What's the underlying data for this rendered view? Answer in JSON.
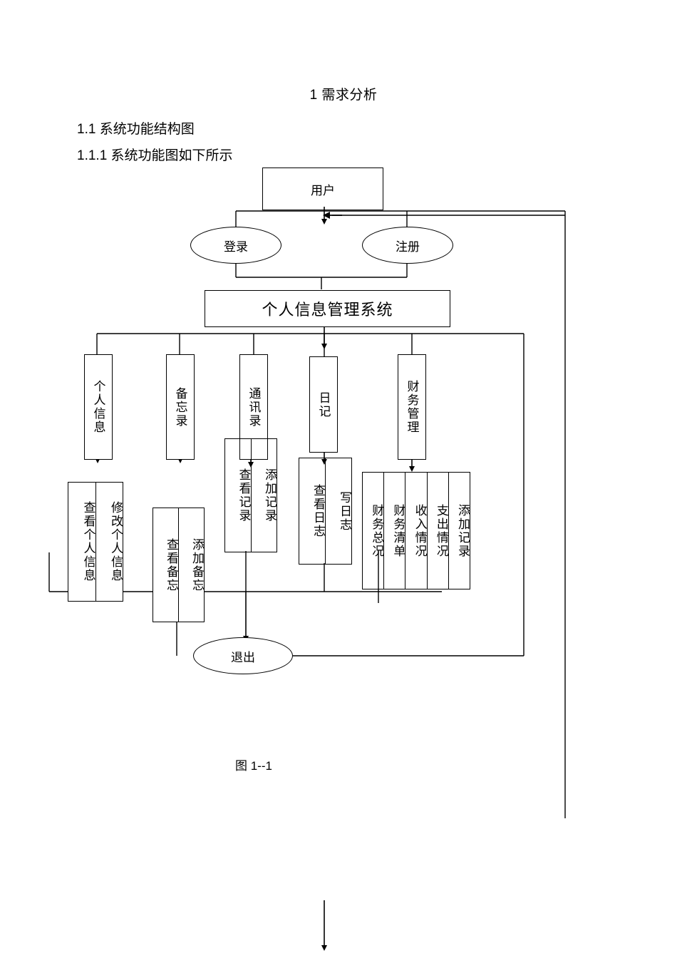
{
  "document": {
    "title": "1 需求分析",
    "section": "1.1 系统功能结构图",
    "subsection": "1.1.1 系统功能图如下所示",
    "figure_caption": "图 1--1"
  },
  "diagram": {
    "type": "system-function-structure",
    "root": {
      "label": "用户",
      "shape": "rect"
    },
    "auth": [
      {
        "label": "登录",
        "shape": "ellipse"
      },
      {
        "label": "注册",
        "shape": "ellipse"
      }
    ],
    "system": {
      "label": "个人信息管理系统",
      "shape": "rect"
    },
    "modules": [
      {
        "label": "个人信息",
        "leaves": [
          "查看个人信息",
          "修改个人信息"
        ]
      },
      {
        "label": "备忘录",
        "leaves": [
          "查看备忘",
          "添加备忘"
        ]
      },
      {
        "label": "通讯录",
        "leaves": [
          "查看记录",
          "添加记录"
        ]
      },
      {
        "label": "日记",
        "leaves": [
          "查看日志",
          "写日志"
        ]
      },
      {
        "label": "财务管理",
        "leaves": [
          "财务总况",
          "财务清单",
          "收入情况",
          "支出情况",
          "添加记录"
        ]
      }
    ],
    "exit": {
      "label": "退出",
      "shape": "ellipse"
    }
  },
  "style": {
    "line_color": "#000000",
    "fill_color": "#ffffff",
    "text_color": "#000000"
  }
}
